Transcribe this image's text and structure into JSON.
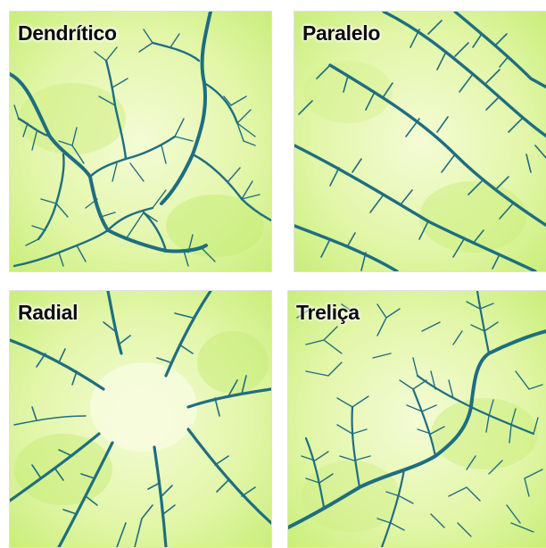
{
  "panels": [
    {
      "key": "dendritic",
      "label": "Dendrítico"
    },
    {
      "key": "parallel",
      "label": "Paralelo"
    },
    {
      "key": "radial",
      "label": "Radial"
    },
    {
      "key": "trellis",
      "label": "Treliça"
    }
  ],
  "colors": {
    "water": "#1e6e80",
    "land_light": "#f4fbd6",
    "land_green": "#c9ee7a",
    "border": "#e0e0de"
  }
}
